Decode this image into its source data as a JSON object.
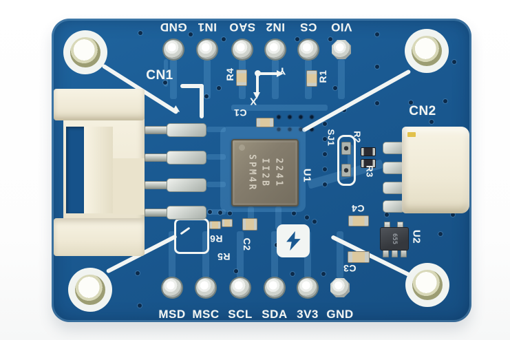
{
  "title": "Blue sensor breakout board photo",
  "silkscreen": {
    "cn1": "CN1",
    "cn2": "CN2",
    "top_pins": [
      "GND",
      "IN1",
      "SAO",
      "IN2",
      "CS",
      "VIO"
    ],
    "bottom_pins": [
      "MSD",
      "MSC",
      "SCL",
      "SDA",
      "3V3",
      "GND"
    ],
    "refs": {
      "r1": "R1",
      "r2": "R2",
      "r3": "R3",
      "r4": "R4",
      "r5": "R5",
      "r6": "R6",
      "c1": "C1",
      "c2": "C2",
      "c3": "C3",
      "c4": "C4",
      "u1": "U1",
      "u2": "U2",
      "sj1": "SJ1"
    },
    "axis": {
      "x": "X",
      "y": "Y"
    }
  },
  "chip": {
    "marking_lines": [
      "2241",
      "II2B",
      "SPM4R"
    ]
  },
  "u2_marking": "655",
  "colors": {
    "pcb_blue": "#1a5991",
    "silkscreen_white": "#f2f5f3",
    "chip_body": "#857d6d",
    "connector_cream": "#f2edda",
    "plated_ring_olive": "#9c9d73"
  }
}
